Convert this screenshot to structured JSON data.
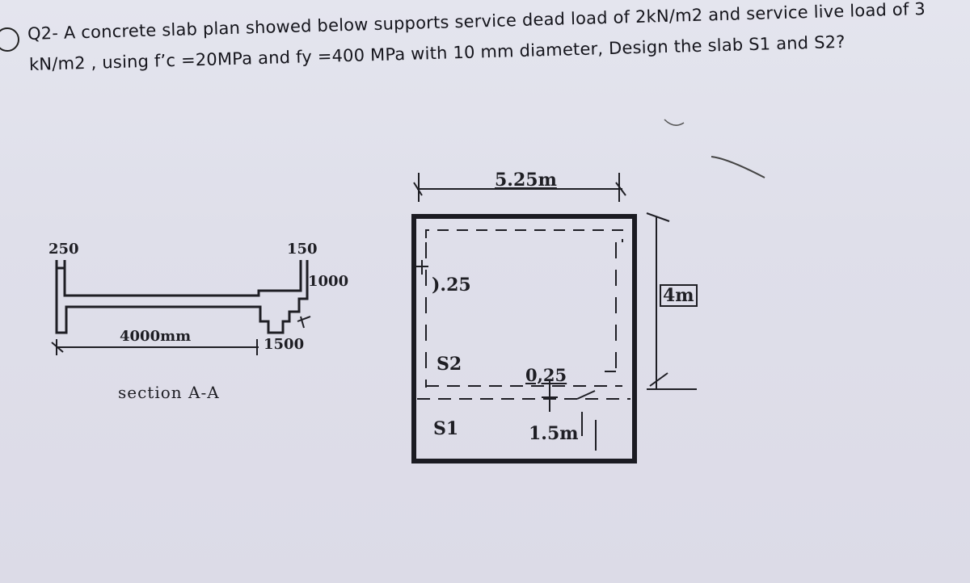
{
  "question": {
    "line1": "Q2- A concrete slab plan showed below supports service dead load of 2kN/m2 and service live load of 3",
    "line2": "kN/m2 , using f’c =20MPa and fy =400 MPa with 10 mm diameter, Design the slab S1 and S2?"
  },
  "section": {
    "dim_250": "250",
    "dim_150": "150",
    "dim_1000": "1000",
    "dim_4000": "4000mm",
    "dim_1500": "1500",
    "caption": "section A-A"
  },
  "plan": {
    "width_label": "5.25m",
    "height_label": "4m",
    "left_offset": ").25",
    "slab_s2": "S2",
    "slab_s1": "S1",
    "inner_offset": "0,25",
    "inner_width": "1.5m"
  }
}
